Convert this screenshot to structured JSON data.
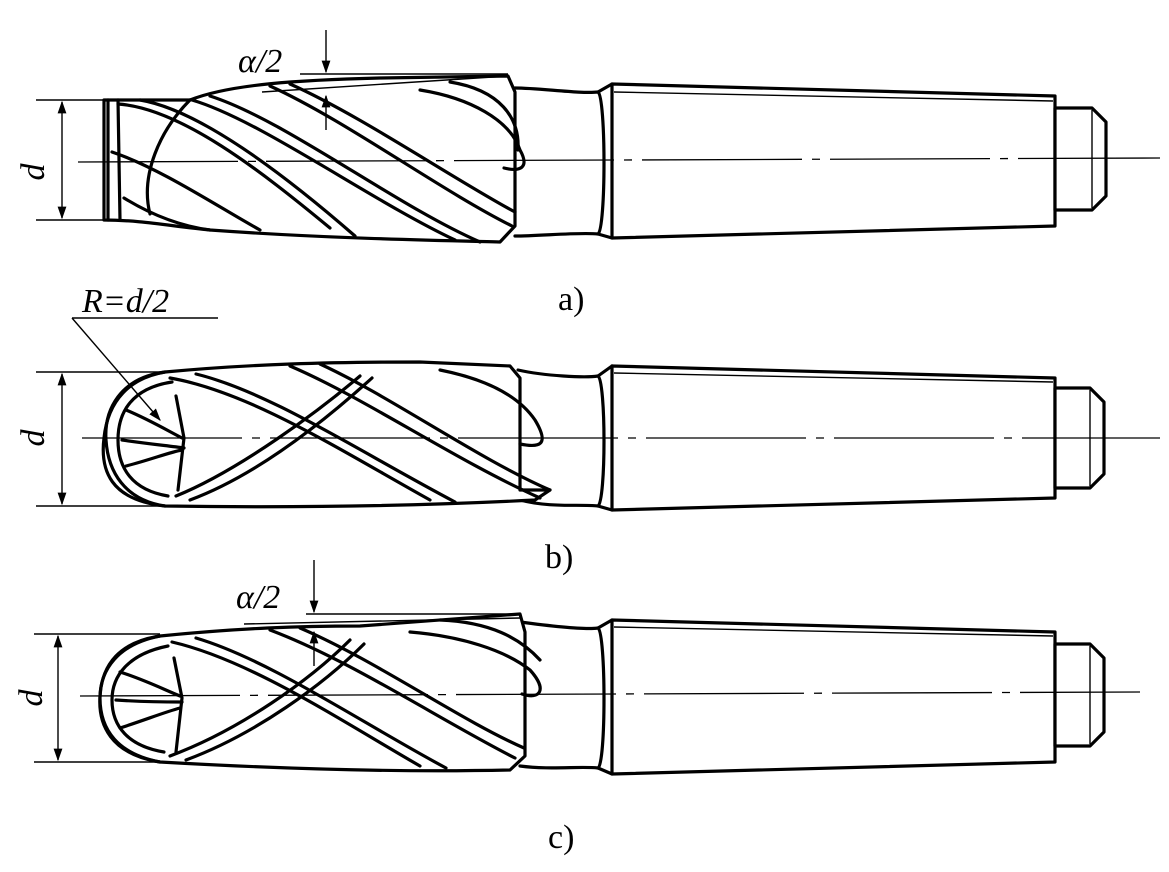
{
  "figures": [
    {
      "id": "a",
      "caption": "a)",
      "dim_label": "d",
      "angle_label": "α/2"
    },
    {
      "id": "b",
      "caption": "b)",
      "dim_label": "d",
      "radius_label": "R=d/2"
    },
    {
      "id": "c",
      "caption": "c)",
      "dim_label": "d",
      "angle_label": "α/2"
    }
  ]
}
